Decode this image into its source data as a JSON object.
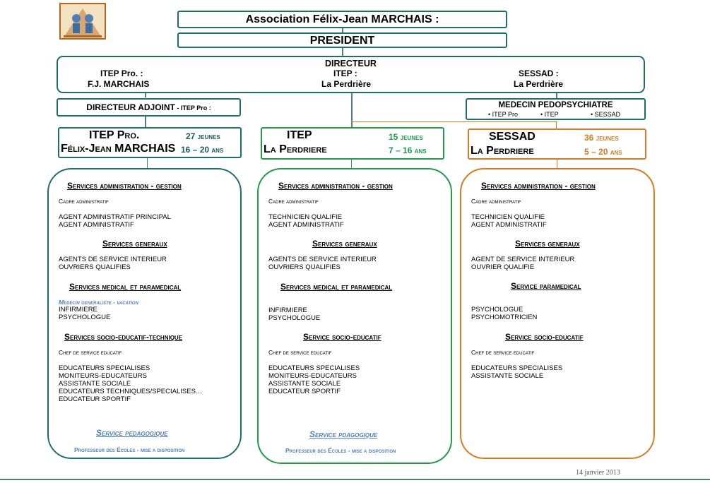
{
  "header": {
    "association": "Association Félix-Jean MARCHAIS :",
    "president": "PRESIDENT"
  },
  "directeur": {
    "title": "DIRECTEUR",
    "left_l1": "ITEP Pro. :",
    "left_l2": "F.J. MARCHAIS",
    "mid_l1": "ITEP :",
    "mid_l2": "La Perdrière",
    "right_l1": "SESSAD :",
    "right_l2": "La Perdrière"
  },
  "adjoint": {
    "label": "DIRECTEUR ADJOINT",
    "sub": " - ITEP Pro :"
  },
  "medecin": {
    "title": "MEDECIN PEDOPSYCHIATRE",
    "items": [
      "• ITEP Pro",
      "• ITEP",
      "• SESSAD"
    ]
  },
  "units": {
    "itep_pro": {
      "line1": "ITEP Pro.",
      "line2": "Félix-Jean MARCHAIS",
      "count": "27 jeunes",
      "ages": "16 – 20 ans"
    },
    "itep": {
      "line1": "ITEP",
      "line2": "La Perdriere",
      "count": "15 jeunes",
      "ages": "7 – 16 ans"
    },
    "sessad": {
      "line1": "SESSAD",
      "line2": "La Perdriere",
      "count": "36 jeunes",
      "ages": "5 – 20 ans"
    }
  },
  "col1": {
    "admin_h": "Services administration - gestion",
    "admin_1": "Cadre administratif",
    "admin_2": "AGENT ADMINISTRATIF PRINCIPAL",
    "admin_3": "AGENT ADMINISTRATIF",
    "gen_h": "Services generaux",
    "gen_1": "AGENTS DE SERVICE INTERIEUR",
    "gen_2": "OUVRIERS QUALIFIES",
    "med_h": "Services medical et paramedical",
    "med_0": "Medecin generaliste - vacation",
    "med_1": "INFIRMIERE",
    "med_2": "PSYCHOLOGUE",
    "soc_h": "Services socio-educatif-technique",
    "soc_0": "Chef de service educatif",
    "soc_1": "EDUCATEURS SPECIALISES",
    "soc_2": "MONITEURS-EDUCATEURS",
    "soc_3": "ASSISTANTE SOCIALE",
    "soc_4": "EDUCATEURS TECHNIQUES/SPECIALISES…",
    "soc_5": "EDUCATEUR SPORTIF",
    "ped_h": "Service pedagogique",
    "ped_1": "Professeur des Écoles - mise a disposition"
  },
  "col2": {
    "admin_h": "Services administration - gestion",
    "admin_1": "Cadre administratif",
    "admin_2": "TECHNICIEN QUALIFIE",
    "admin_3": "AGENT ADMINISTRATIF",
    "gen_h": "Services generaux",
    "gen_1": "AGENTS DE SERVICE INTERIEUR",
    "gen_2": "OUVRIERS QUALIFIES",
    "med_h": "Services medical et paramedical",
    "med_1": "INFIRMIERE",
    "med_2": "PSYCHOLOGUE",
    "soc_h": "Service socio-educatif",
    "soc_0": "Chef de service educatif",
    "soc_1": "EDUCATEURS SPECIALISES",
    "soc_2": "MONITEURS-EDUCATEURS",
    "soc_3": "ASSISTANTE SOCIALE",
    "soc_4": "EDUCATEUR SPORTIF",
    "ped_h": "Service pdagogique",
    "ped_1": "Professeur des Écoles - mise a disposition"
  },
  "col3": {
    "admin_h": "Services administration - gestion",
    "admin_1": "Cadre administratif",
    "admin_2": "TECHNICIEN QUALIFIE",
    "admin_3": "AGENT ADMINISTRATIF",
    "gen_h": "Services generaux",
    "gen_1": "AGENT DE SERVICE INTERIEUR",
    "gen_2": "OUVRIER QUALIFIE",
    "med_h": "Service paramedical",
    "med_1": "PSYCHOLOGUE",
    "med_2": "PSYCHOMOTRICIEN",
    "soc_h": "Service socio-educatif",
    "soc_0": "Chef de service  educatif",
    "soc_1": "EDUCATEURS SPECIALISES",
    "soc_2": "ASSISTANTE SOCIALE"
  },
  "footer": {
    "date": "14 janvier 2013"
  },
  "colors": {
    "teal": "#1f6e6e",
    "green": "#1f9b4a",
    "orange": "#d97a20",
    "blue": "#4f81bd"
  }
}
